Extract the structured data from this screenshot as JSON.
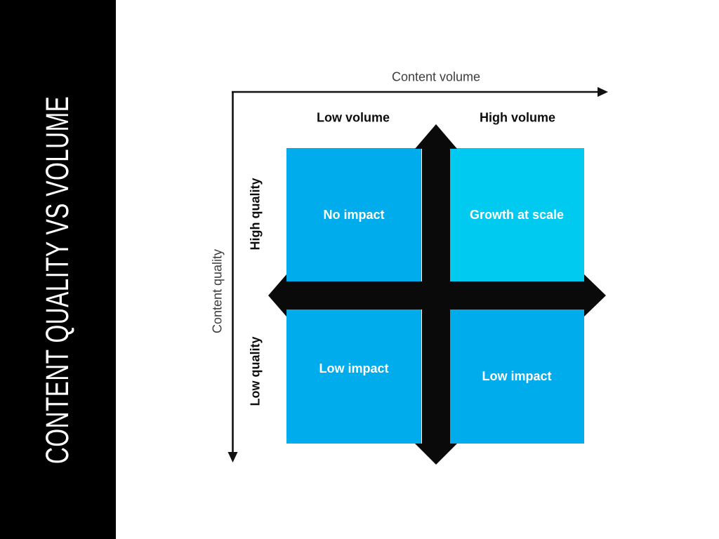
{
  "slide": {
    "title": "CONTENT QUALITY VS VOLUME"
  },
  "matrix": {
    "x_axis": {
      "label": "Content volume"
    },
    "y_axis": {
      "label": "Content quality"
    },
    "column_headers": {
      "left": "Low volume",
      "right": "High volume"
    },
    "row_headers": {
      "top": "High quality",
      "bottom": "Low quality"
    },
    "quadrants": {
      "top_left": {
        "label": "No impact"
      },
      "top_right": {
        "label": "Growth at scale"
      },
      "bottom_left": {
        "label": "Low impact"
      },
      "bottom_right": {
        "label": "Low impact"
      }
    }
  },
  "colors": {
    "sidebar_bg": "#000000",
    "quadrant_blue": "#00ACEC",
    "quadrant_cyan": "#00CAF0",
    "cross_arrows": "#0a0a0a",
    "axis_stroke": "#111111",
    "quadrant_text": "#ffffff"
  }
}
